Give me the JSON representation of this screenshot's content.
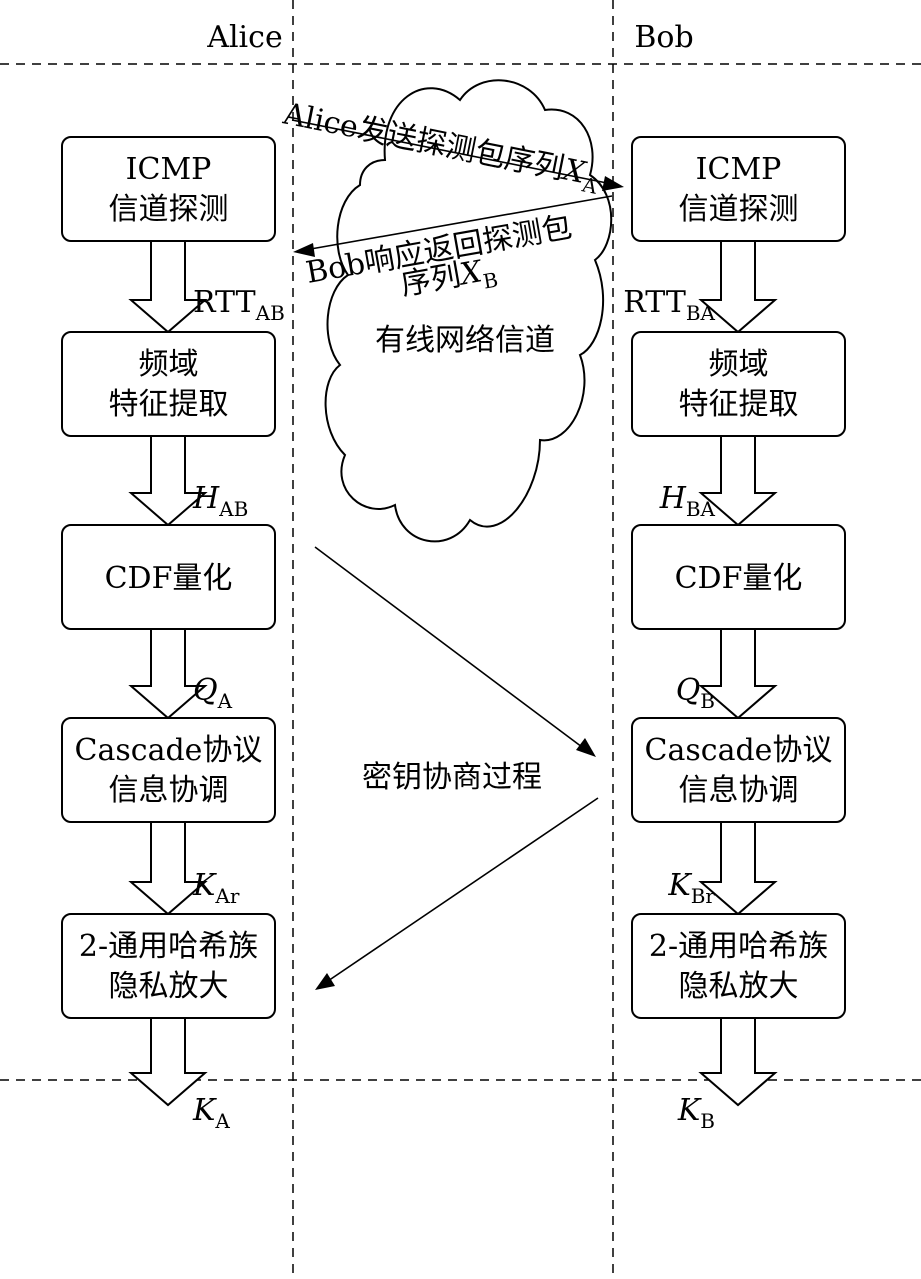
{
  "parties": {
    "alice": "Alice",
    "bob": "Bob"
  },
  "cloud": {
    "channel": "有线网络信道",
    "send_text": "Alice发送探测包序列",
    "send_var": "X",
    "send_sub": "A",
    "reply_line1": "Bob响应返回探测包",
    "reply_line2": "序列",
    "reply_var": "X",
    "reply_sub": "B"
  },
  "center_label": "密钥协商过程",
  "alice": {
    "boxes": [
      {
        "line1": "ICMP",
        "line2": "信道探测"
      },
      {
        "line1": "频域",
        "line2": "特征提取"
      },
      {
        "line1": "CDF量化",
        "line2": ""
      },
      {
        "line1": "Cascade协议",
        "line2": "信息协调"
      },
      {
        "line1": "2-通用哈希族",
        "line2": "隐私放大"
      }
    ],
    "labels": [
      {
        "main": "RTT",
        "sub": "AB"
      },
      {
        "main": "H",
        "sub": "AB"
      },
      {
        "main": "Q",
        "sub": "A"
      },
      {
        "main": "K",
        "sub": "Ar"
      },
      {
        "main": "K",
        "sub": "A"
      }
    ]
  },
  "bob": {
    "boxes": [
      {
        "line1": "ICMP",
        "line2": "信道探测"
      },
      {
        "line1": "频域",
        "line2": "特征提取"
      },
      {
        "line1": "CDF量化",
        "line2": ""
      },
      {
        "line1": "Cascade协议",
        "line2": "信息协调"
      },
      {
        "line1": "2-通用哈希族",
        "line2": "隐私放大"
      }
    ],
    "labels": [
      {
        "main": "RTT",
        "sub": "BA"
      },
      {
        "main": "H",
        "sub": "BA"
      },
      {
        "main": "Q",
        "sub": "B"
      },
      {
        "main": "K",
        "sub": "Br"
      },
      {
        "main": "K",
        "sub": "B"
      }
    ]
  }
}
